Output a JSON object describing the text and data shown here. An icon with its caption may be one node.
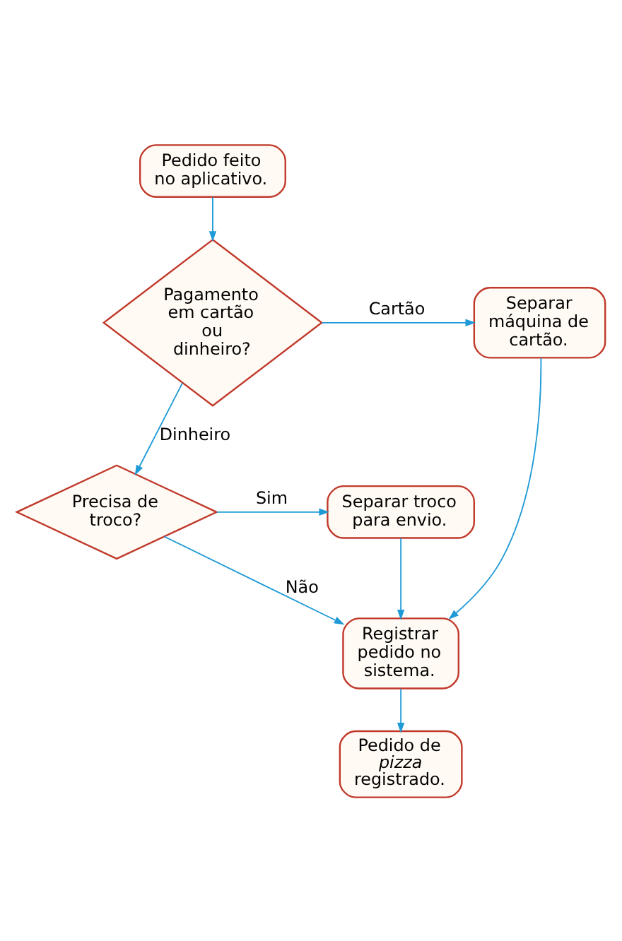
{
  "diagram": {
    "nodes": [
      {
        "text": [
          "Pedido feito no aplicativo."
        ]
      },
      {
        "text": [
          "Pagamento em cartão ou dinheiro?"
        ]
      },
      {
        "text": [
          "Separar máquina de cartão."
        ]
      },
      {
        "text": [
          "Precisa de troco?"
        ]
      },
      {
        "text": [
          "Separar troco para envio."
        ]
      },
      {
        "text": [
          "Registrar pedido no sistema."
        ]
      },
      {
        "text": [
          "Pedido de *pizza* registrado."
        ]
      }
    ],
    "edges": [
      {
        "from": 0,
        "to": 1,
        "arrow": "to"
      },
      {
        "from": 1,
        "to": 2,
        "arrow": "to",
        "label": "Cartão"
      },
      {
        "from": 1,
        "to": 3,
        "arrow": "to",
        "label": "Dinheiro"
      },
      {
        "from": 3,
        "to": 4,
        "arrow": "to",
        "label": "Sim"
      },
      {
        "from": 4,
        "to": 5,
        "arrow": "to"
      },
      {
        "from": 2,
        "to": 5,
        "arrow": "to"
      },
      {
        "from": 3,
        "to": 5,
        "arrow": "to",
        "label": "Não"
      },
      {
        "from": 5,
        "to": 6,
        "arrow": "to"
      }
    ]
  }
}
